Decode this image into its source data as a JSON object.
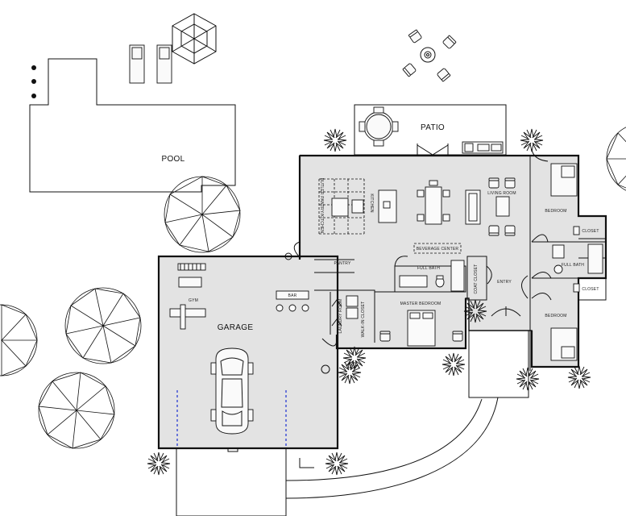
{
  "labels": {
    "pool": "POOL",
    "patio": "PATIO",
    "garage": "GARAGE",
    "gym": "GYM",
    "bar": "BAR",
    "pantry": "PANTRY",
    "butler_pantry": "BUTLER PANTRY/KITCHEN",
    "kitchen": "KITCHEN",
    "living_room": "LIVING ROOM",
    "beverage_center": "BEVERAGE CENTER",
    "full_bath_center": "FULL BATH",
    "full_bath_right": "FULL BATH",
    "master_bedroom": "MASTER BEDROOM",
    "laundry": "LAUNDRY ROOM",
    "walkin_closet": "WALK-IN CLOSET",
    "coat_closet": "COAT CLOSET",
    "entry": "ENTRY",
    "bedroom_top": "BEDROOM",
    "bedroom_bottom": "BEDROOM",
    "closet_top": "CLOSET",
    "closet_bottom": "CLOSET"
  },
  "colors": {
    "floor": "#e3e3e3",
    "line": "#111111",
    "parking_dash": "#1a2fd0"
  },
  "icons": [
    "tree-symbol",
    "shrub-symbol",
    "car-symbol",
    "door-swing-symbol",
    "gazebo-symbol"
  ]
}
